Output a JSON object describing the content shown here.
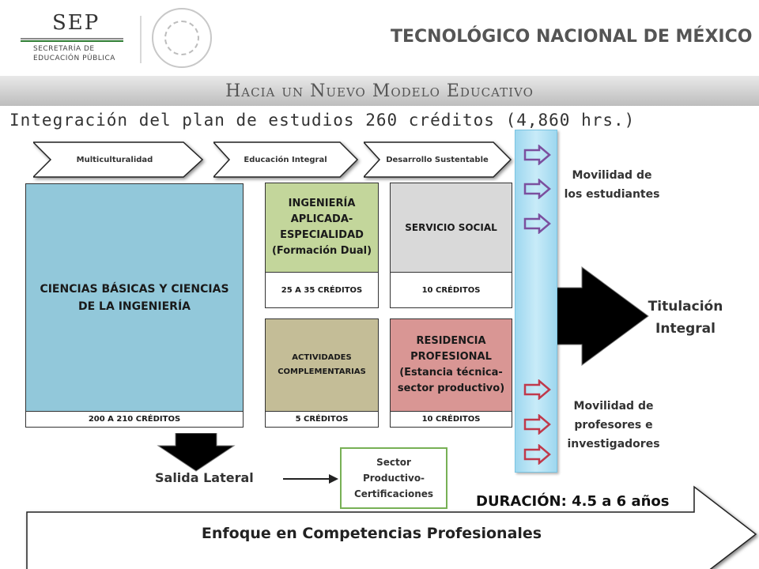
{
  "header": {
    "sep": "SEP",
    "sep_sub1": "SECRETARÍA DE",
    "sep_sub2": "EDUCACIÓN PÚBLICA",
    "tecnm": "TECNOLÓGICO NACIONAL DE MÉXICO"
  },
  "banner": "Hacia un Nuevo Modelo Educativo",
  "subtitle": "Integración del plan de estudios 260 créditos (4,860 hrs.)",
  "chevrons": [
    "Multiculturalidad",
    "Educación Integral",
    "Desarrollo Sustentable"
  ],
  "boxes": {
    "ciencias": "CIENCIAS BÁSICAS Y CIENCIAS DE LA INGENIERÍA",
    "ciencias_credits": "200 A 210 CRÉDITOS",
    "ingenieria": "INGENIERÍA APLICADA-ESPECIALIDAD (Formación Dual)",
    "ingenieria_credits": "25 A 35 CRÉDITOS",
    "servicio": "SERVICIO SOCIAL",
    "servicio_credits": "10 CRÉDITOS",
    "actividades": "ACTIVIDADES COMPLEMENTARIAS",
    "actividades_credits": "5 CRÉDITOS",
    "residencia": "RESIDENCIA PROFESIONAL (Estancia técnica-sector productivo)",
    "residencia_credits": "10 CRÉDITOS"
  },
  "movilidad_estudiantes": "Movilidad de los estudiantes",
  "titulacion": "Titulación Integral",
  "movilidad_profesores": "Movilidad de profesores e investigadores",
  "salida_lateral": "Salida Lateral",
  "sector": "Sector Productivo-Certificaciones",
  "duracion": "DURACIÓN: 4.5 a 6 años",
  "enfoque": "Enfoque en Competencias Profesionales",
  "colors": {
    "ciencias": "#92c8da",
    "ingenieria": "#c3d69b",
    "servicio": "#d9d9d9",
    "actividades": "#c4bd97",
    "residencia": "#d99694",
    "vbar": "#b7e3f4",
    "arrow_purple": "#7b4f9e",
    "arrow_red": "#c0394b",
    "sector_border": "#77b055"
  }
}
